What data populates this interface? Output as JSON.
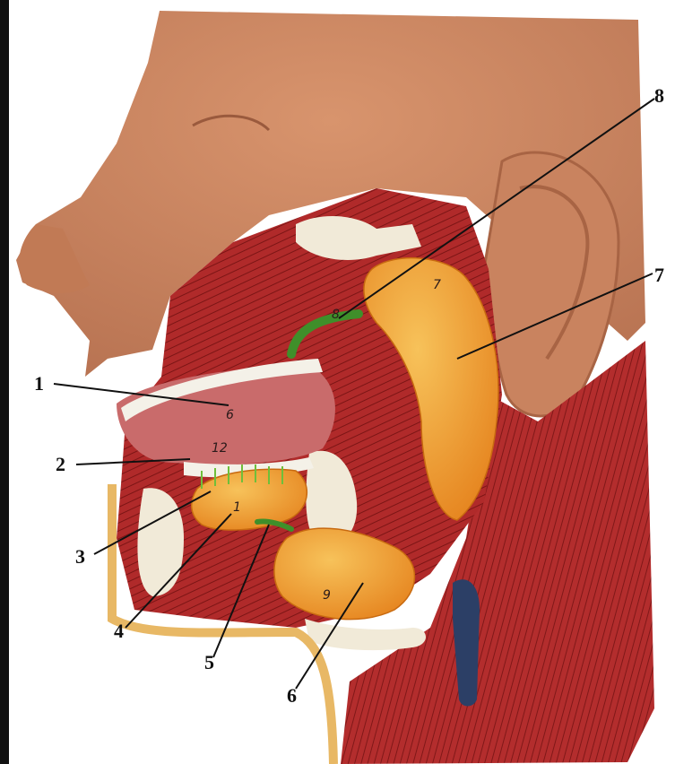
{
  "image": {
    "subject": "anatomical-model-head-salivary-glands",
    "colors": {
      "skin": "#c9835f",
      "muscle": "#b02a2a",
      "muscle_dark": "#7c1515",
      "gland": "#f29a2a",
      "gland_light": "#f7c25a",
      "duct": "#3f8f2a",
      "bone": "#f1ead8",
      "fat": "#e8b865",
      "vessel": "#2c3f66",
      "line": "#111111",
      "background": "#ffffff",
      "edge_bar": "#111111"
    }
  },
  "callouts": [
    {
      "id": "1",
      "label": "1"
    },
    {
      "id": "2",
      "label": "2"
    },
    {
      "id": "3",
      "label": "3"
    },
    {
      "id": "4",
      "label": "4"
    },
    {
      "id": "5",
      "label": "5"
    },
    {
      "id": "6",
      "label": "6"
    },
    {
      "id": "7",
      "label": "7"
    },
    {
      "id": "8",
      "label": "8"
    }
  ],
  "model_markings": {
    "tongue": "6",
    "tooth_marker": "12",
    "sublingual": "1",
    "submandibular": "9",
    "parotid": "7",
    "duct": "8"
  }
}
